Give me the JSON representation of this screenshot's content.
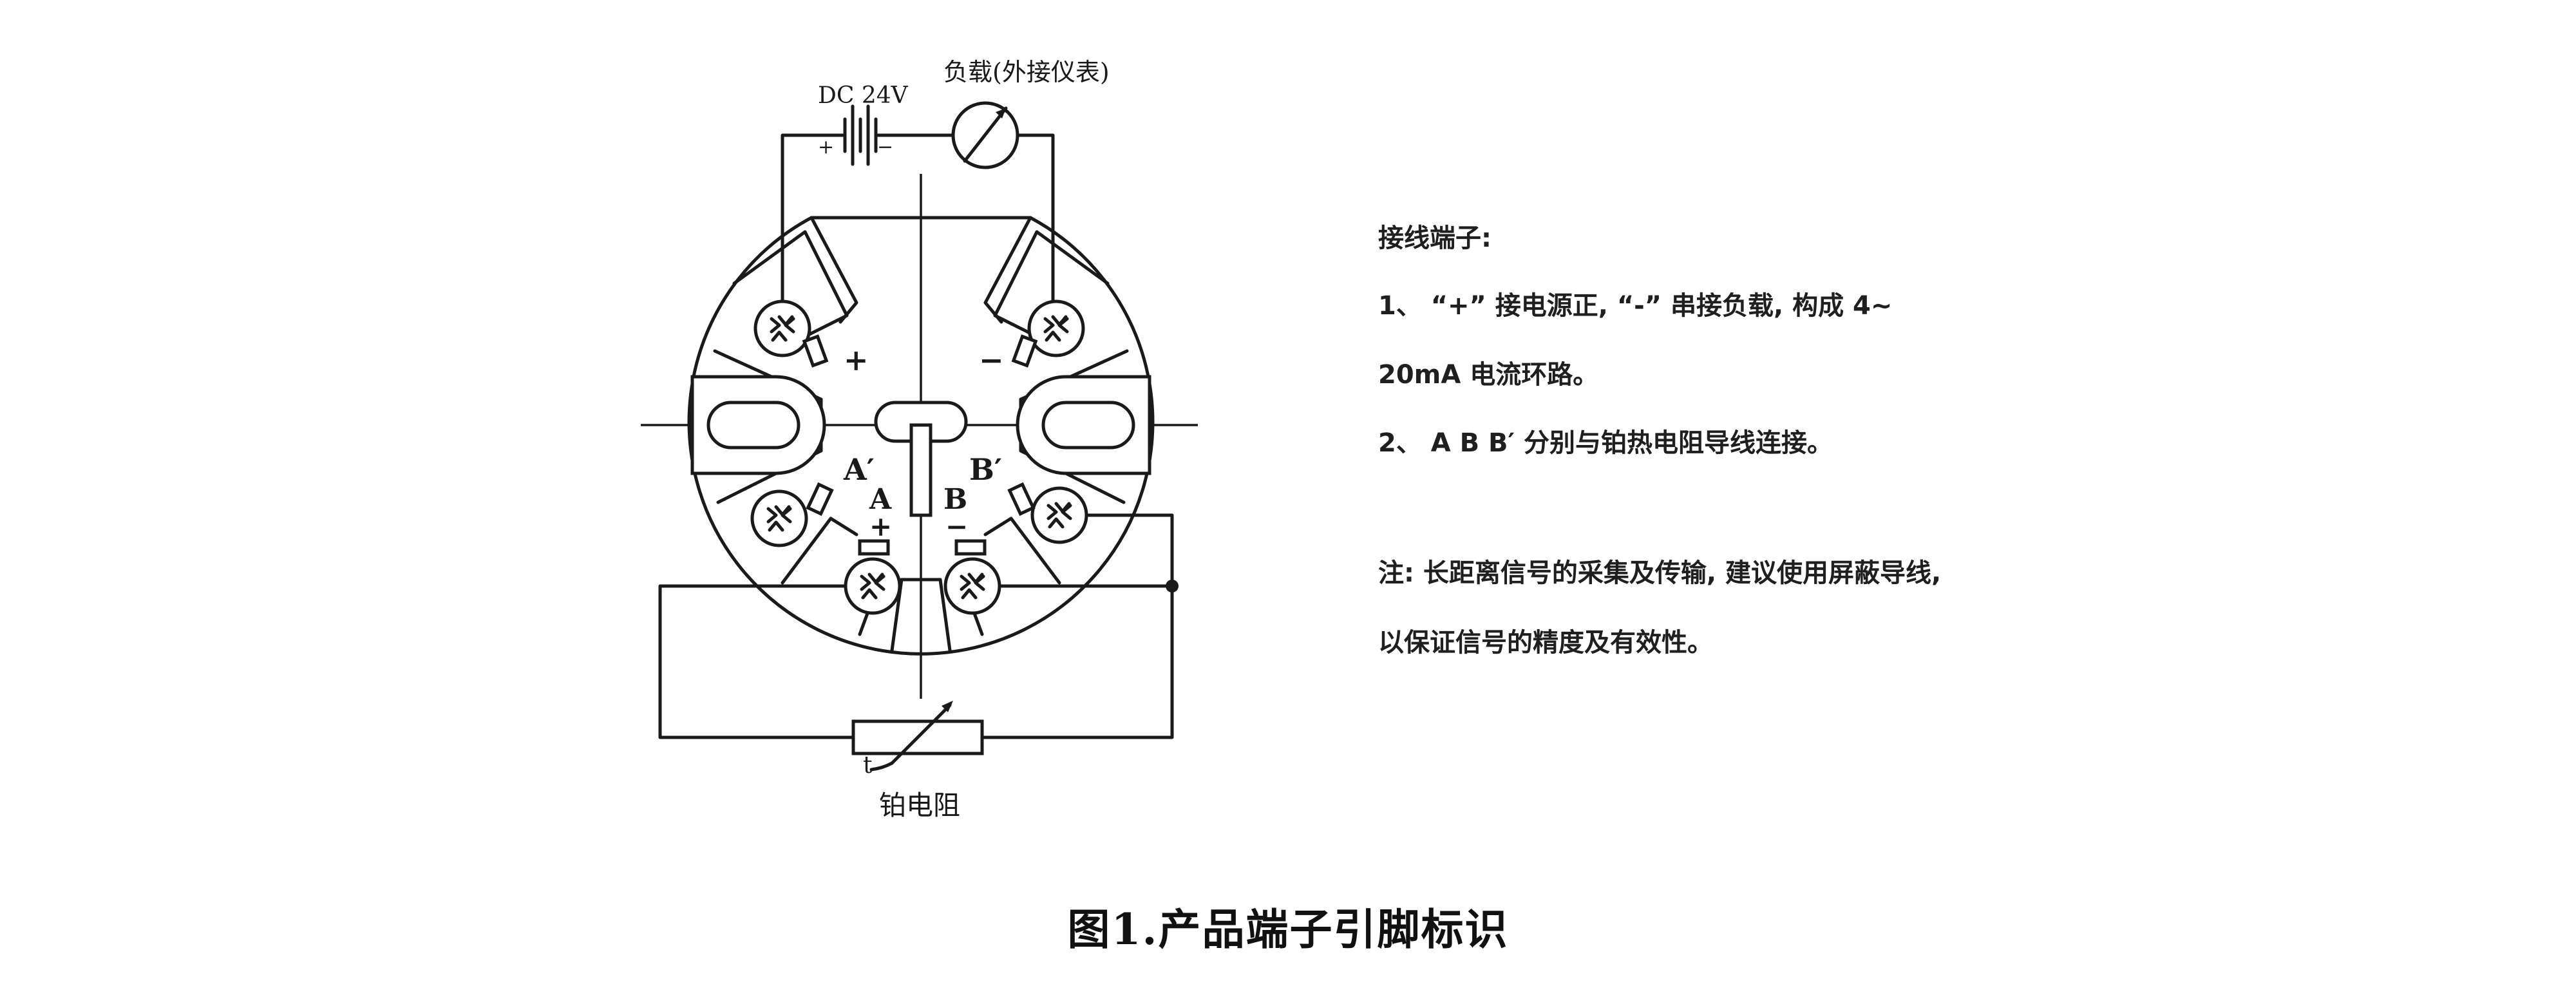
{
  "diagram": {
    "supply_label": "DC 24V",
    "supply_plus": "+",
    "supply_minus": "−",
    "load_label": "负载(外接仪表)",
    "terminal_plus": "+",
    "terminal_minus": "−",
    "label_a_prime": "A′",
    "label_b_prime": "B′",
    "label_a": "A",
    "label_b": "B",
    "label_a_plus": "+",
    "label_b_minus": "−",
    "rtd_t": "t",
    "rtd_label": "铂电阻"
  },
  "notes": {
    "heading": "接线端子:",
    "item1_line1": "1、 “+” 接电源正, “-” 串接负载, 构成 4~",
    "item1_line2": "20mA 电流环路。",
    "item2": "2、 A B B′ 分别与铂热电阻导线连接。",
    "note_line1": "注: 长距离信号的采集及传输, 建议使用屏蔽导线,",
    "note_line2": "以保证信号的精度及有效性。"
  },
  "caption": "图1.产品端子引脚标识"
}
